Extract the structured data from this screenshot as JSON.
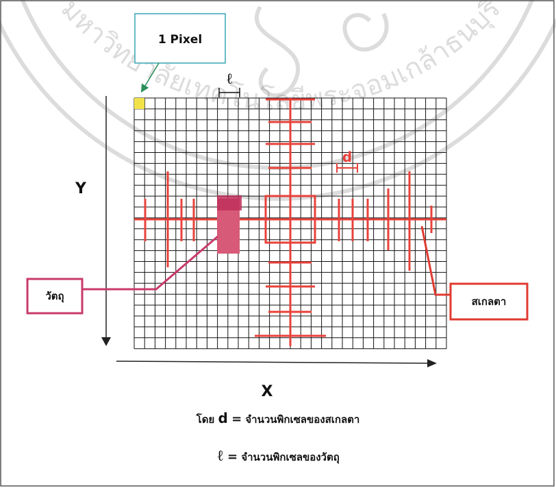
{
  "labels": {
    "pixel": "1 Pixel",
    "axis_y": "Y",
    "axis_x": "X",
    "l_marker": "ℓ",
    "d_marker": "d",
    "object": "วัตถุ",
    "scale": "สเกลตา"
  },
  "captions": {
    "line1_prefix": "โดย",
    "line1_var": "d",
    "line1_eq": "=",
    "line1_text": "จำนวนพิกเซลของสเกลตา",
    "line2_var": "ℓ",
    "line2_eq": "=",
    "line2_text": "จำนวนพิกเซลของวัตถุ"
  },
  "watermark": {
    "arc_text": "มหาวิทยาลัยเทคโนโลยีพระจอมเกล้าธนบุรี"
  },
  "colors": {
    "frame": "#555555",
    "grid": "#111111",
    "scale_red": "#e8413a",
    "object_fill": "#d75a78",
    "object_dark": "#c0305a",
    "object_box": "#c83a6a",
    "scale_box": "#e03a30",
    "pixel_box": "#37a6b3",
    "pixel_highlight": "#f2e24a",
    "axis": "#222222"
  }
}
